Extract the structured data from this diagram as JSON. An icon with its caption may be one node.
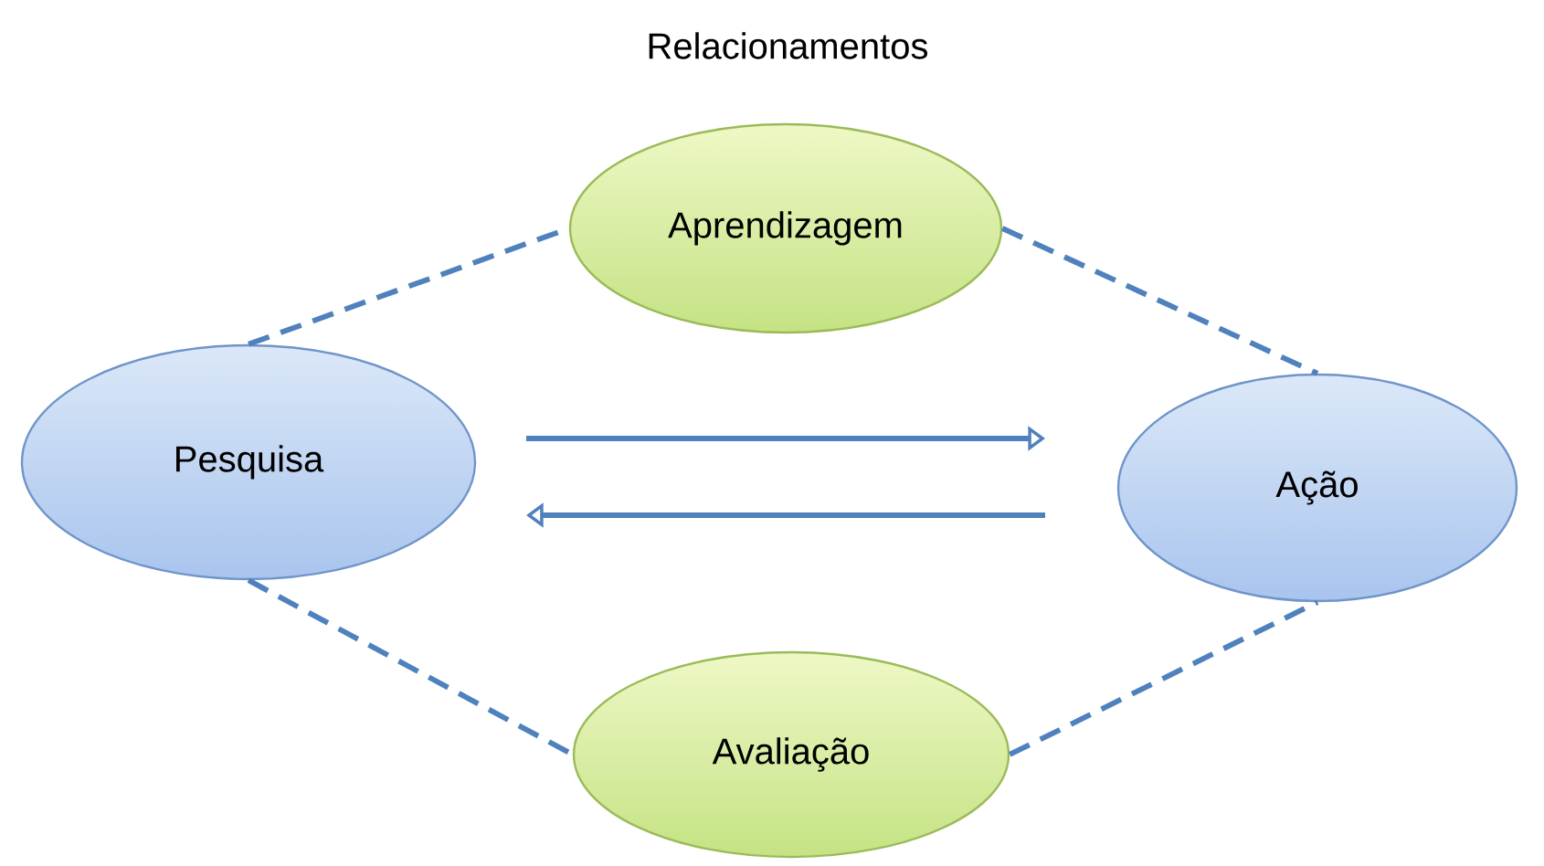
{
  "diagram": {
    "title": "Relacionamentos",
    "nodes": [
      {
        "text": [
          "Aprendizagem"
        ]
      },
      {
        "text": [
          "Pesquisa"
        ]
      },
      {
        "text": [
          "Ação"
        ]
      },
      {
        "text": [
          "Avaliação"
        ]
      }
    ],
    "edges": [
      {
        "from": 1,
        "to": 0,
        "arrow": "none",
        "style": "dashed"
      },
      {
        "from": 0,
        "to": 2,
        "arrow": "none",
        "style": "dashed"
      },
      {
        "from": 1,
        "to": 3,
        "arrow": "none",
        "style": "dashed"
      },
      {
        "from": 3,
        "to": 2,
        "arrow": "none",
        "style": "dashed"
      },
      {
        "from": 1,
        "to": 2,
        "arrow": "to"
      },
      {
        "from": 2,
        "to": 1,
        "arrow": "to"
      }
    ]
  }
}
